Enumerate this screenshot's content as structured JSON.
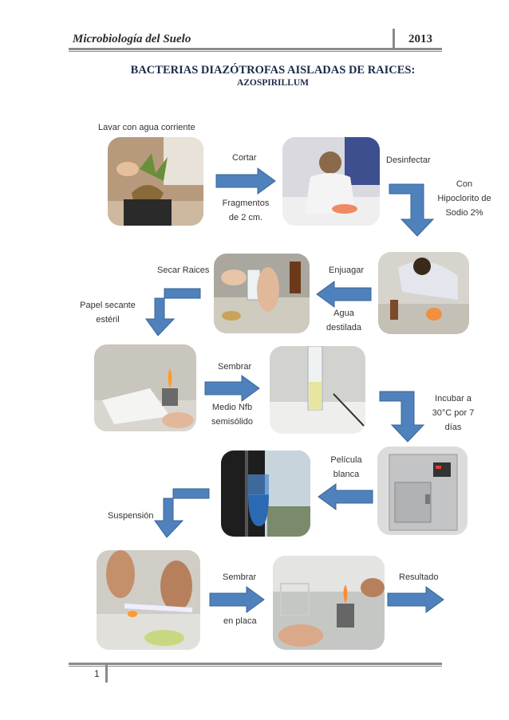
{
  "header": {
    "subject": "Microbiología del Suelo",
    "year": "2013"
  },
  "title": "BACTERIAS DIAZÓTROFAS AISLADAS DE RAICES:",
  "subtitle": "AZOSPIRILLUM",
  "steps": {
    "wash": "Lavar con agua corriente",
    "cut": "Cortar",
    "fragments_1": "Fragmentos",
    "fragments_2": "de 2 cm.",
    "disinfect": "Desinfectar",
    "hypochlorite_1": "Con",
    "hypochlorite_2": "Hipoclorito de",
    "hypochlorite_3": "Sodio 2%",
    "dry_roots": "Secar Raices",
    "rinse": "Enjuagar",
    "water_1": "Agua",
    "water_2": "destilada",
    "paper_1": "Papel secante",
    "paper_2": "estéril",
    "sow": "Sembrar",
    "medium_1": "Medio Nfb",
    "medium_2": "semisólido",
    "incubate_1": "Incubar a",
    "incubate_2": "30°C por 7",
    "incubate_3": "días",
    "film_1": "Película",
    "film_2": "blanca",
    "suspension": "Suspensión",
    "sow_2": "Sembrar",
    "plate": "en placa",
    "result": "Resultado"
  },
  "footer": {
    "page_number": "1"
  },
  "colors": {
    "arrow_fill": "#4f81bd",
    "arrow_stroke": "#3a6496",
    "rule": "#8a8a8a"
  },
  "icons": [
    "arrow-right",
    "arrow-left",
    "arrow-turn-down"
  ]
}
